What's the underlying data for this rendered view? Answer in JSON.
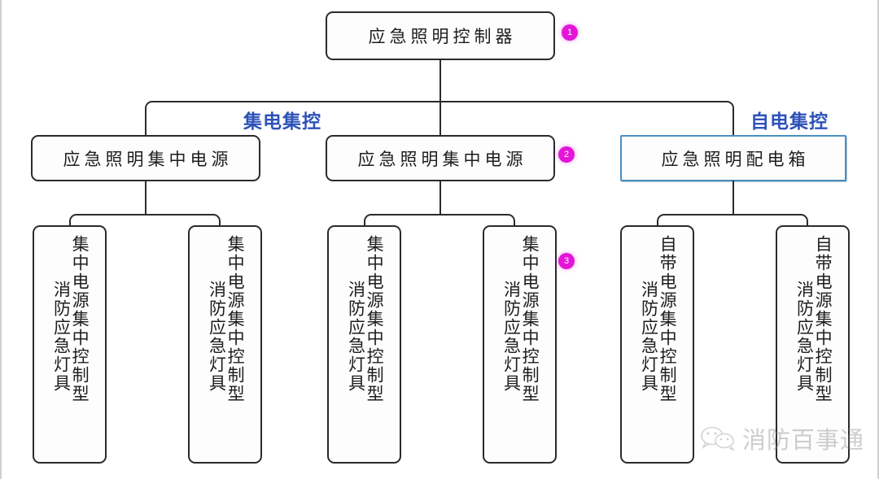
{
  "diagram": {
    "type": "org-chart",
    "root": {
      "label": "应急照明控制器",
      "badge": "1"
    },
    "branch_labels": {
      "left": "集电集控",
      "right": "自电集控"
    },
    "level2": [
      {
        "label": "应急照明集中电源",
        "style": "black",
        "badge": ""
      },
      {
        "label": "应急照明集中电源",
        "style": "black",
        "badge": "2"
      },
      {
        "label": "应急照明配电箱",
        "style": "blue",
        "badge": ""
      }
    ],
    "leaves": [
      {
        "col1": "集中电源集中控制型",
        "col2": "消防应急灯具",
        "badge": ""
      },
      {
        "col1": "集中电源集中控制型",
        "col2": "消防应急灯具",
        "badge": ""
      },
      {
        "col1": "集中电源集中控制型",
        "col2": "消防应急灯具",
        "badge": ""
      },
      {
        "col1": "集中电源集中控制型",
        "col2": "消防应急灯具",
        "badge": "3"
      },
      {
        "col1": "自带电源集中控制型",
        "col2": "消防应急灯具",
        "badge": ""
      },
      {
        "col1": "自带电源集中控制型",
        "col2": "消防应急灯具",
        "badge": ""
      }
    ]
  },
  "watermark": {
    "icon": "wechat-icon",
    "text": "消防百事通"
  },
  "colors": {
    "line": "#2b2b2b",
    "branch_label": "#2d52b8",
    "blue_box_border": "#4a8fc0",
    "badge": "#e316d8",
    "watermark": "#8a8a8a"
  }
}
